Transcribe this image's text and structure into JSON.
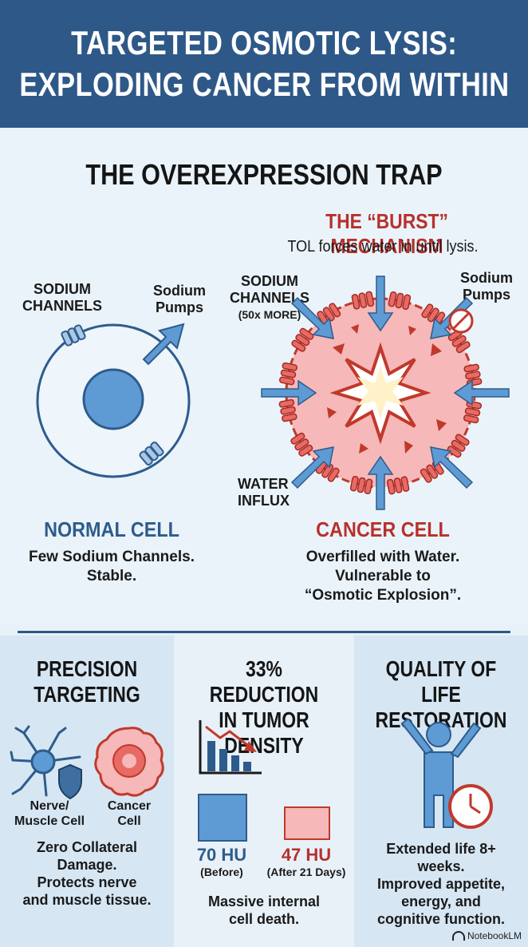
{
  "header": {
    "title_line1": "TARGETED OSMOTIC LYSIS:",
    "title_line2": "EXPLODING CANCER FROM WITHIN"
  },
  "trap": {
    "heading": "THE OVEREXPRESSION TRAP",
    "burst_title": "THE “BURST” MECHANISM",
    "burst_subtitle": "TOL forces water in until lysis.",
    "normal": {
      "label_channels_1": "SODIUM",
      "label_channels_2": "CHANNELS",
      "label_pumps_1": "Sodium",
      "label_pumps_2": "Pumps",
      "title": "NORMAL CELL",
      "desc_1": "Few Sodium Channels.",
      "desc_2": "Stable."
    },
    "cancer": {
      "label_channels_1": "SODIUM",
      "label_channels_2": "CHANNELS",
      "label_channels_3": "(50x MORE)",
      "label_pumps_1": "Sodium",
      "label_pumps_2": "Pumps",
      "label_water_1": "WATER",
      "label_water_2": "INFLUX",
      "title": "CANCER CELL",
      "desc_1": "Overfilled with Water.",
      "desc_2": "Vulnerable to",
      "desc_3": "“Osmotic Explosion”."
    }
  },
  "panels": {
    "precision": {
      "title_1": "PRECISION",
      "title_2": "TARGETING",
      "nerve_label_1": "Nerve/",
      "nerve_label_2": "Muscle Cell",
      "cancer_label_1": "Cancer",
      "cancer_label_2": "Cell",
      "desc_1": "Zero Collateral",
      "desc_2": "Damage.",
      "desc_3": "Protects nerve",
      "desc_4": "and muscle tissue."
    },
    "reduction": {
      "title_1": "33% REDUCTION",
      "title_2": "IN TUMOR DENSITY",
      "before_value": "70 HU",
      "before_label": "(Before)",
      "after_value": "47 HU",
      "after_label": "(After 21 Days)",
      "desc_1": "Massive internal",
      "desc_2": "cell death."
    },
    "quality": {
      "title_1": "QUALITY OF LIFE",
      "title_2": "RESTORATION",
      "desc_1": "Extended life 8+",
      "desc_2": "weeks.",
      "desc_3": "Improved appetite,",
      "desc_4": "energy, and",
      "desc_5": "cognitive function."
    }
  },
  "credit": "NotebookLM",
  "colors": {
    "header_bg": "#2e5888",
    "accent_red": "#b8302c",
    "accent_blue": "#2d5c8c",
    "cancer_fill": "#f6b8b8",
    "normal_fill": "#eef5fb"
  }
}
